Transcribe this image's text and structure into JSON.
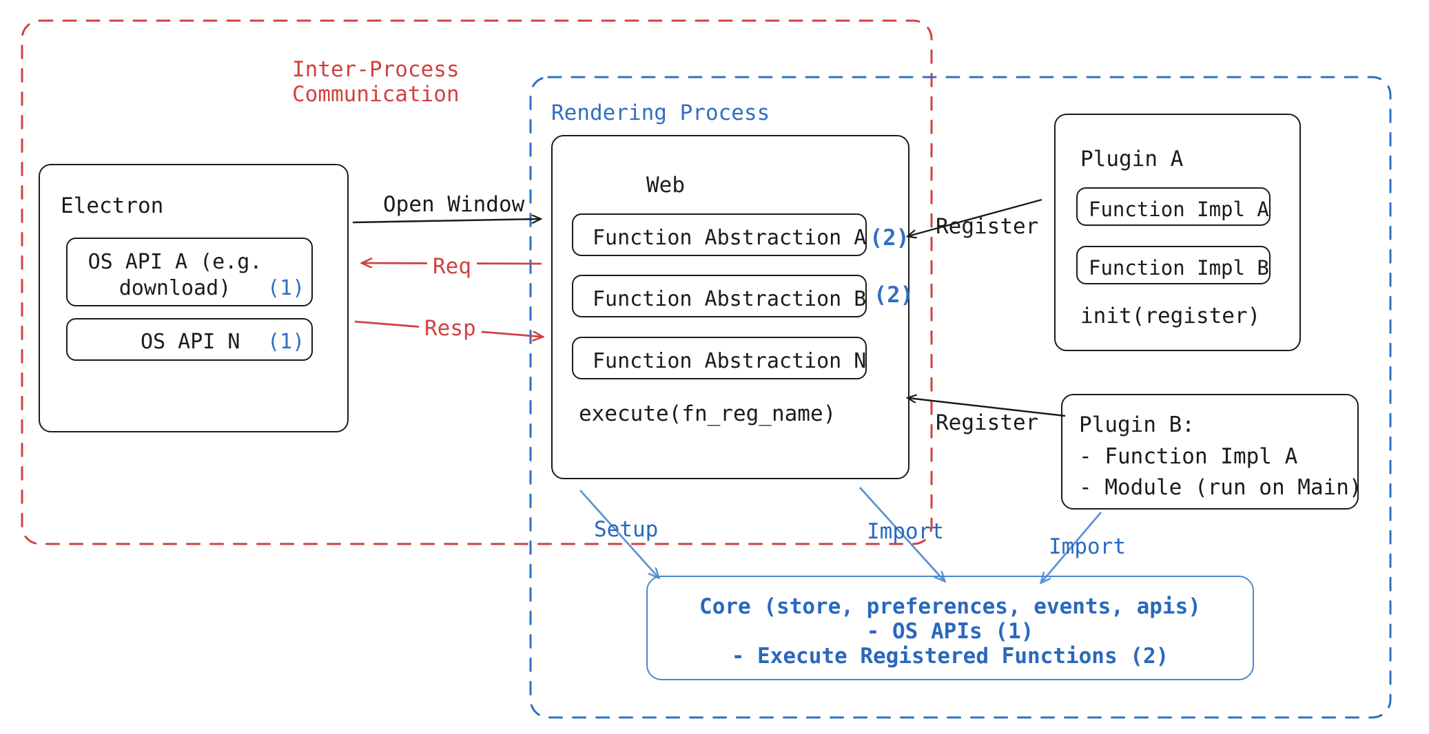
{
  "diagram": {
    "title": "Electron plugin architecture diagram",
    "colors": {
      "ipc_red": "#d0413f",
      "process_blue": "#2f6fc4",
      "core_blue": "#2a68bd",
      "node_black": "#1b1b1b"
    }
  },
  "groups": {
    "ipc": {
      "label_line1": "Inter-Process",
      "label_line2": "Communication",
      "border_style": "dashed",
      "color": "#d0413f"
    },
    "rendering_process": {
      "label": "Rendering Process",
      "border_style": "dashed",
      "color": "#2f6fc4"
    }
  },
  "electron": {
    "title": "Electron",
    "apis": [
      {
        "label": "OS API A (e.g.\ndownload)",
        "marker": "(1)"
      },
      {
        "label": "OS API N",
        "marker": "(1)"
      }
    ]
  },
  "web": {
    "title": "Web",
    "abstractions": [
      {
        "label": "Function Abstraction A",
        "marker": "(2)"
      },
      {
        "label": "Function Abstraction B",
        "marker": "(2)"
      },
      {
        "label": "Function Abstraction N",
        "marker": ""
      }
    ],
    "execute": "execute(fn_reg_name)"
  },
  "plugin_a": {
    "title": "Plugin A",
    "items": [
      "Function Impl A",
      "Function Impl B"
    ],
    "init": "init(register)"
  },
  "plugin_b": {
    "title": "Plugin B:",
    "items": [
      "- Function Impl A",
      "- Module (run on Main)"
    ]
  },
  "core": {
    "line1": "Core (store, preferences, events, apis)",
    "line2": "- OS APIs (1)",
    "line3": "- Execute Registered Functions (2)"
  },
  "arrows": {
    "open_window": "Open Window",
    "req": "Req",
    "resp": "Resp",
    "register_a": "Register",
    "register_b": "Register",
    "setup": "Setup",
    "import_web": "Import",
    "import_plugin_b": "Import"
  }
}
